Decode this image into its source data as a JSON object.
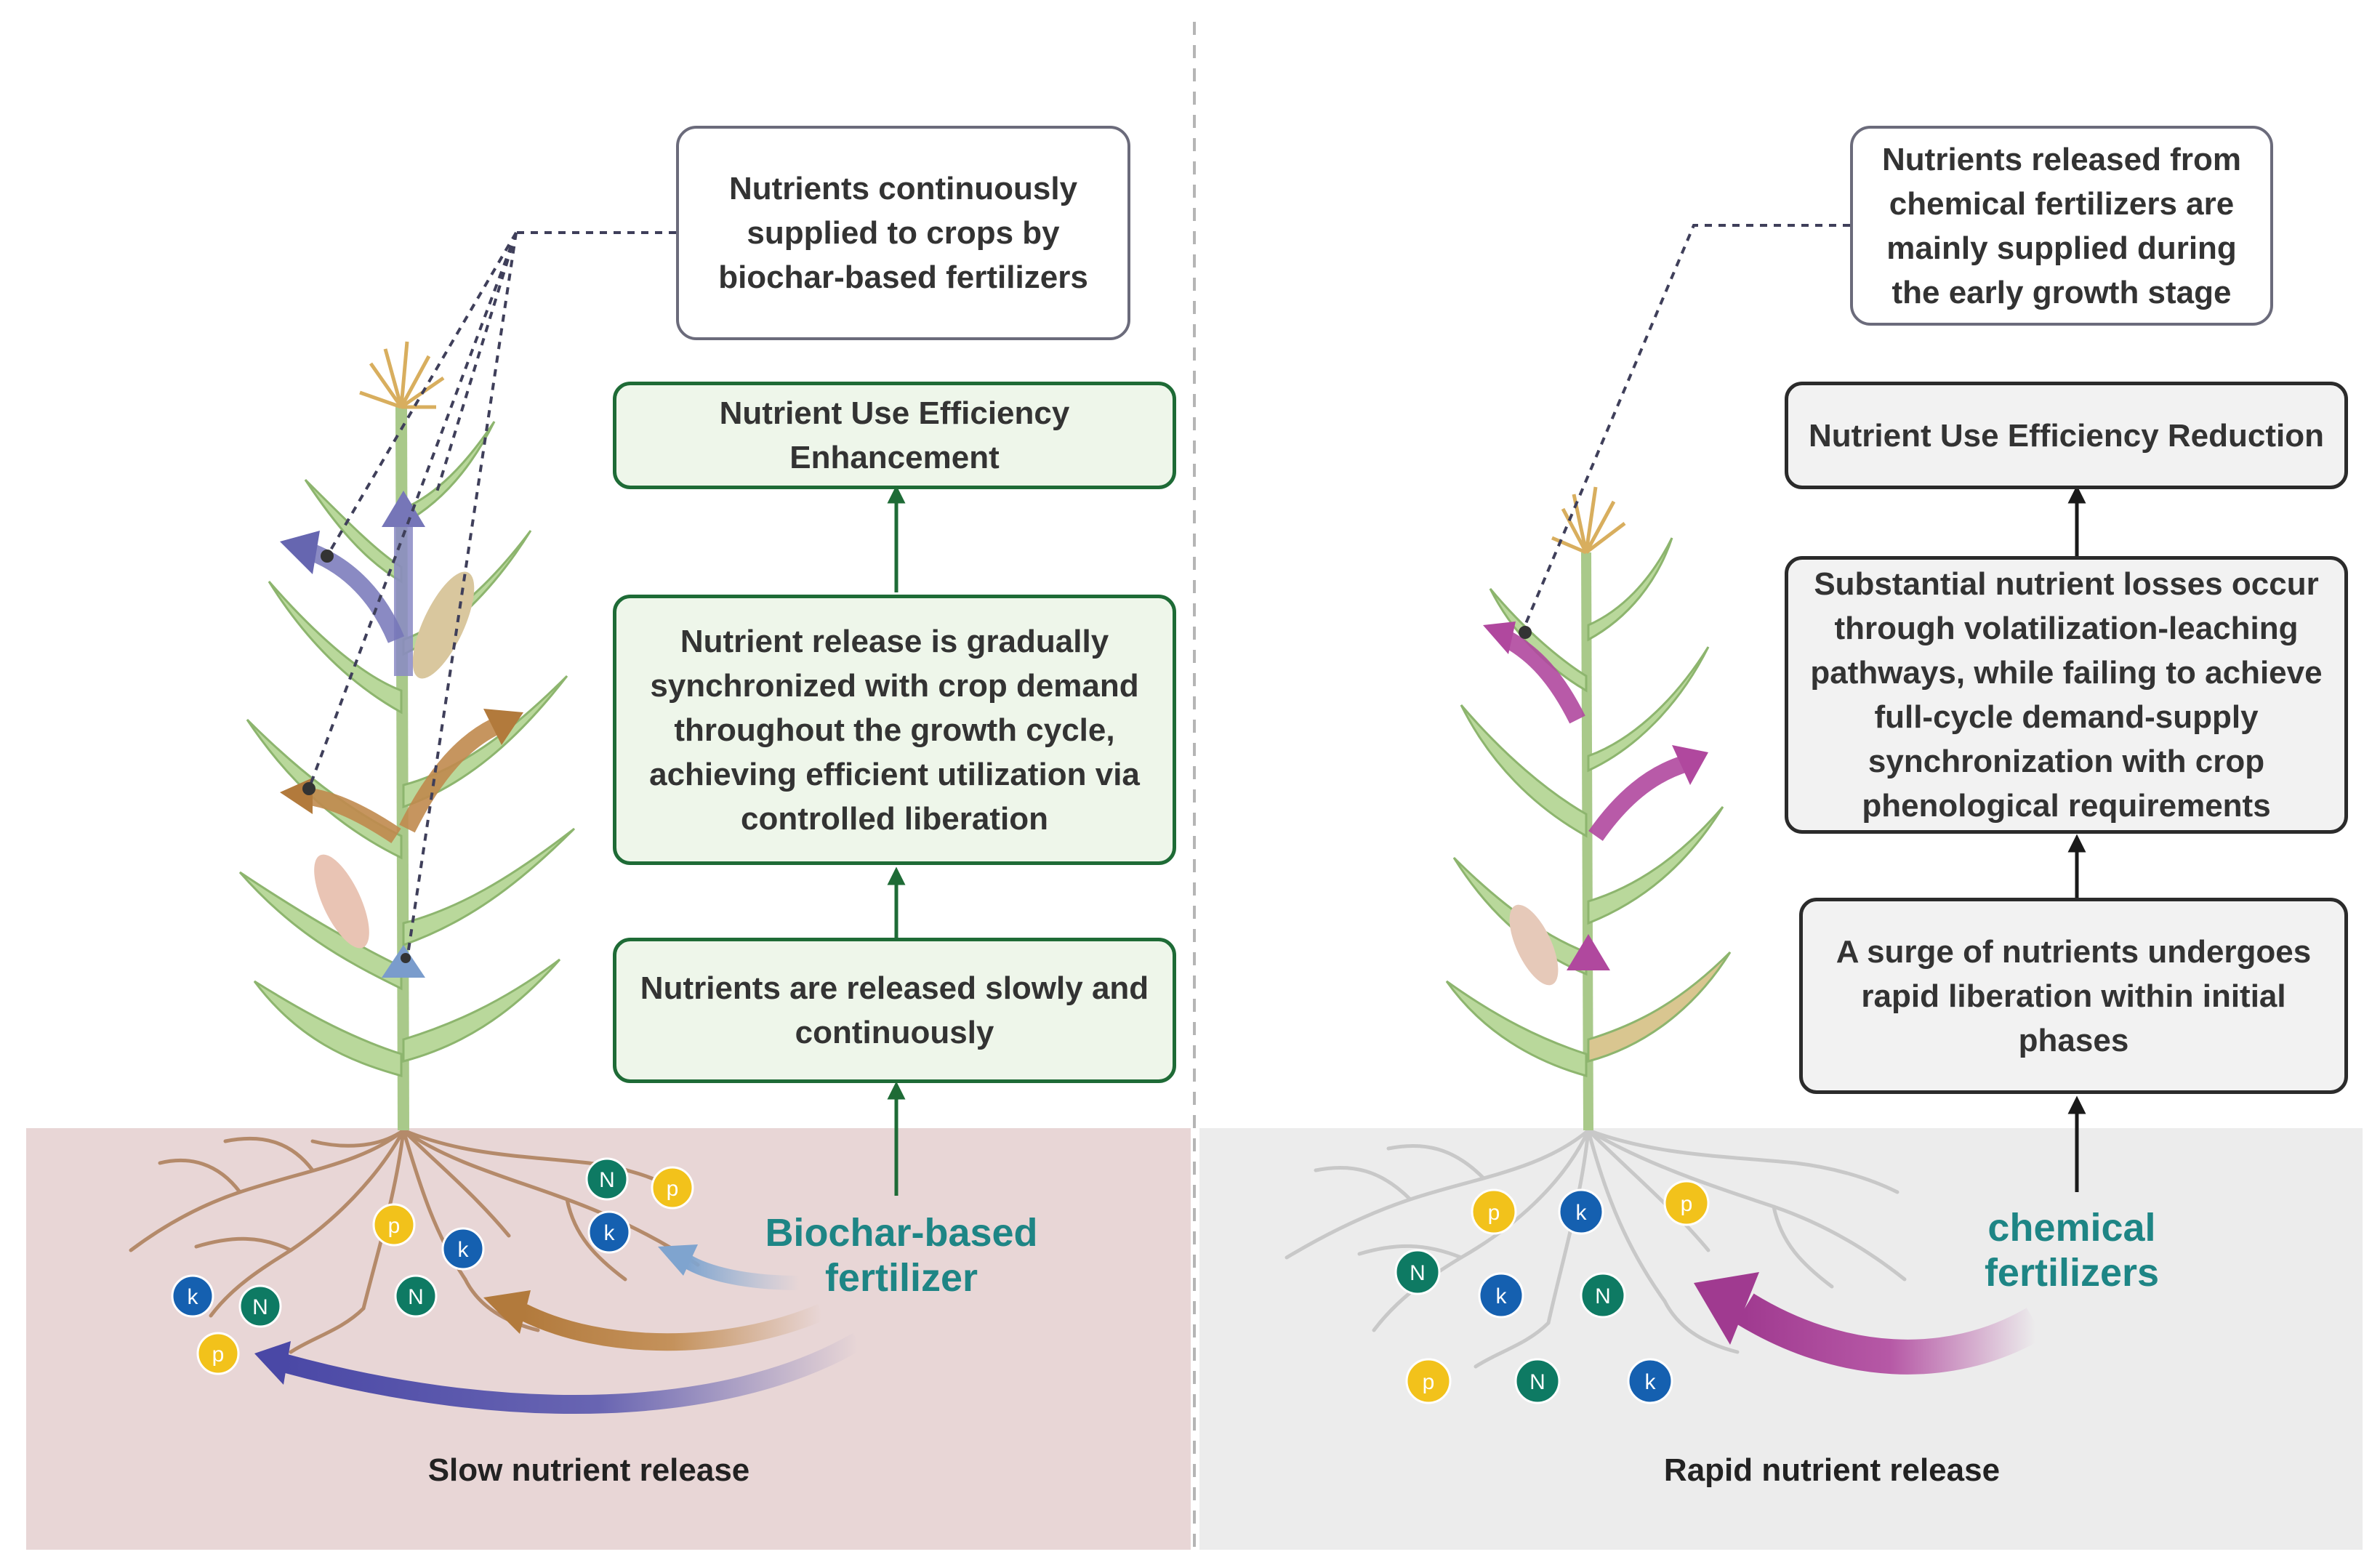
{
  "left_panel": {
    "callout": "Nutrients continuously supplied to crops by biochar-based fertilizers",
    "outcome": "Nutrient Use Efficiency Enhancement",
    "mechanism": "Nutrient release is gradually synchronized with crop demand throughout the growth cycle, achieving efficient utilization via controlled liberation",
    "release": "Nutrients are released slowly and continuously",
    "source": "Biochar-based fertilizer",
    "caption": "Slow nutrient release"
  },
  "right_panel": {
    "callout": "Nutrients released from chemical fertilizers are mainly supplied during the early growth stage",
    "outcome": "Nutrient Use Efficiency Reduction",
    "mechanism": "Substantial nutrient losses occur through volatilization-leaching pathways, while failing to achieve full-cycle demand-supply synchronization with crop phenological requirements",
    "release": "A surge of nutrients undergoes rapid liberation within initial phases",
    "source": "chemical fertilizers",
    "caption": "Rapid nutrient release"
  },
  "nutrients": {
    "n": "N",
    "p": "p",
    "k": "k"
  },
  "colors": {
    "soil_left": "#e8d6d6",
    "soil_right": "#ececec",
    "green_border": "#1e6b36",
    "green_fill": "#eef6ea",
    "gray_border": "#2b2b2b",
    "teal_text": "#1e8585",
    "badge_n": "#0e7a63",
    "badge_p": "#f2c21b",
    "badge_k": "#1560b0",
    "arrow_purple": "#5a58ae",
    "arrow_brown": "#c08a4e",
    "arrow_lightblue": "#8fb1d6",
    "arrow_magenta": "#b0489e"
  },
  "icons": [
    "corn-plant-icon",
    "root-system-icon",
    "nutrient-badge-icon"
  ]
}
